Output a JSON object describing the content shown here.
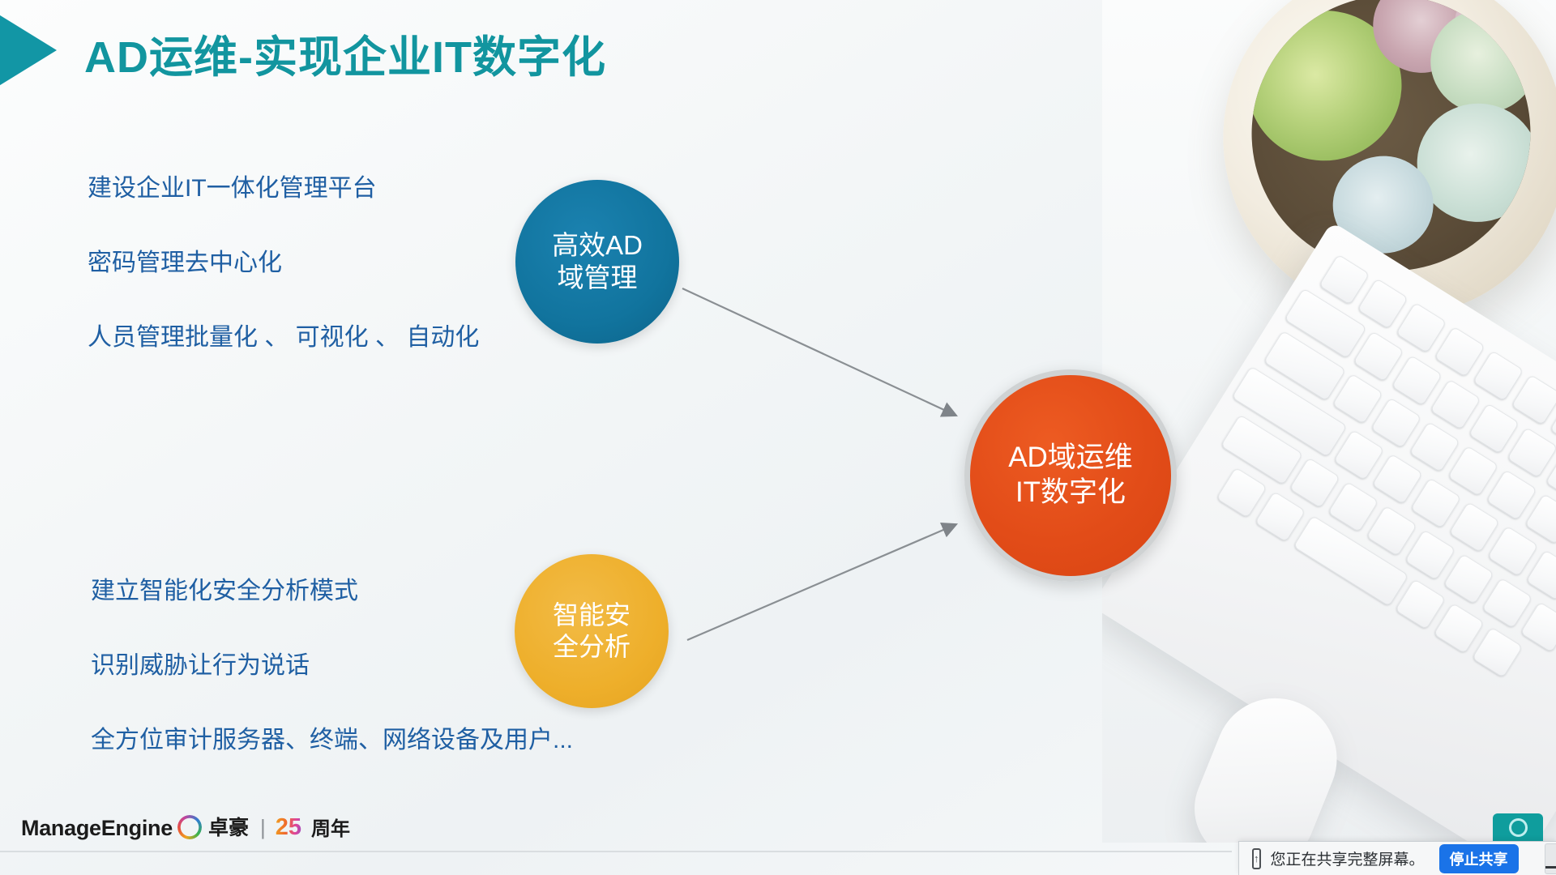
{
  "slide": {
    "title": "AD运维-实现企业IT数字化"
  },
  "bullets_top": [
    "建设企业IT一体化管理平台",
    "密码管理去中心化",
    "人员管理批量化 、 可视化 、 自动化"
  ],
  "bullets_bottom": [
    "建立智能化安全分析模式",
    "识别威胁让行为说话",
    "全方位审计服务器、终端、网络设备及用户..."
  ],
  "circles": {
    "blue": {
      "line1": "高效AD",
      "line2": "域管理",
      "color": "#11749e"
    },
    "amber": {
      "line1": "智能安",
      "line2": "全分析",
      "color": "#eeaf2b"
    },
    "orange": {
      "line1": "AD域运维",
      "line2": "IT数字化",
      "color": "#e24c18",
      "ring_color": "#cfd2d3"
    }
  },
  "colors": {
    "title": "#12959f",
    "bullet_text": "#1f5fa3",
    "arrow": "#8a8f93"
  },
  "logo": {
    "brand": "ManageEngine",
    "swoosh_icon": "swoosh-icon",
    "brand_cn": "卓豪",
    "divider": "|",
    "years": "25",
    "anniversary": "周年"
  },
  "share_bar": {
    "icon": "screen-share-icon",
    "message": "您正在共享完整屏幕。",
    "stop_label": "停止共享",
    "minimize_icon": "minimize-icon"
  },
  "decor": {
    "plant": "succulent-plant-photo",
    "keyboard": "keyboard-photo",
    "mouse": "mouse-photo"
  }
}
